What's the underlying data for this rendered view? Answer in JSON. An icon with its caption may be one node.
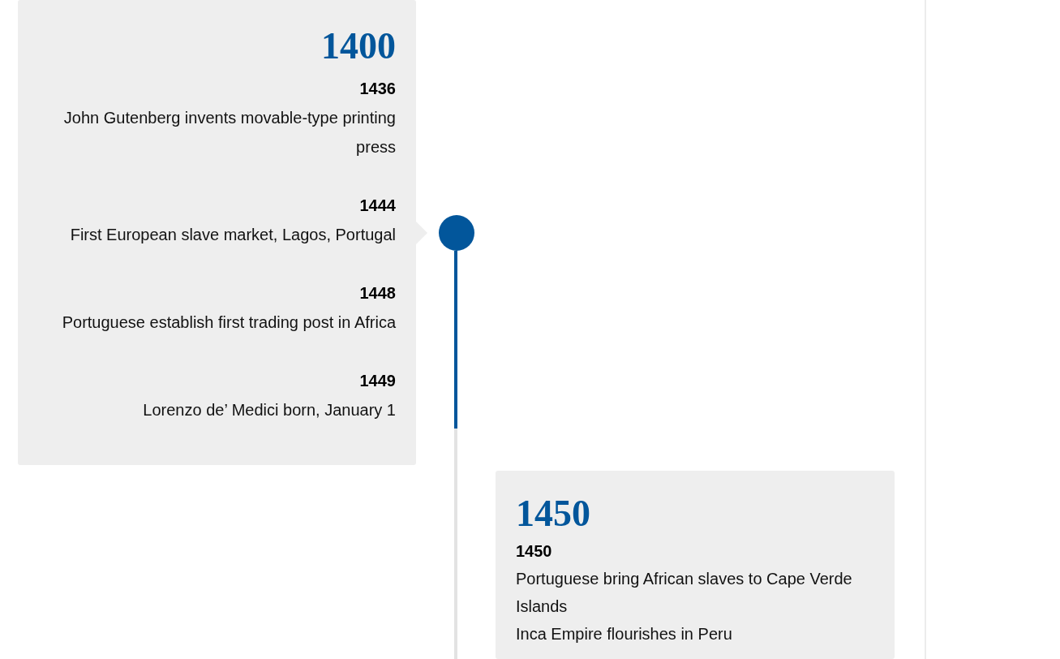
{
  "diagram": {
    "nodes": [
      {
        "text": [
          "1400",
          "1436",
          "John Gutenberg invents movable-type printing press",
          "1444",
          "First European slave market, Lagos, Portugal",
          "1448",
          "Portuguese establish first trading post in Africa",
          "1449",
          "Lorenzo de’ Medici born, January 1"
        ]
      },
      {
        "text": [],
        "shape": "circle"
      },
      {
        "text": [
          "1450",
          "1450",
          "Portuguese bring African slaves to Cape Verde Islands",
          "Inca Empire flourishes in Peru"
        ]
      }
    ],
    "edges": []
  }
}
